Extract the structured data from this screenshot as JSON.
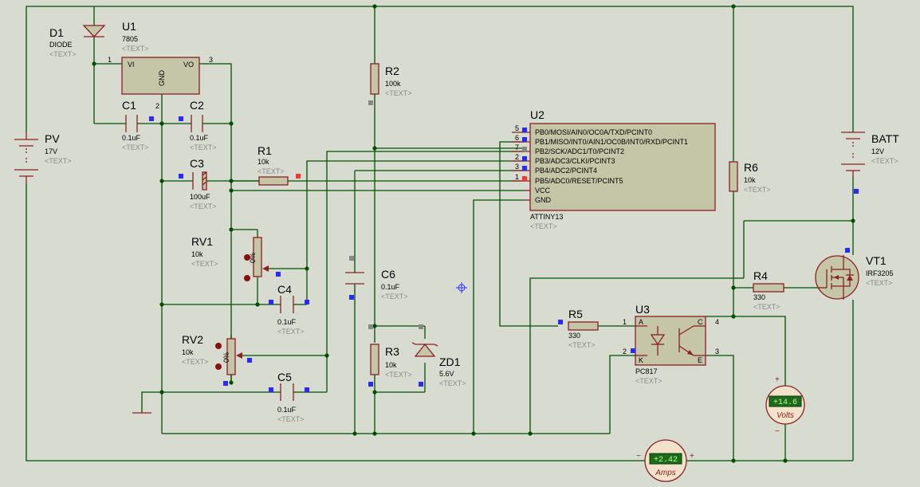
{
  "components": {
    "d1": {
      "ref": "D1",
      "value": "DIODE",
      "text": "<TEXT>"
    },
    "u1": {
      "ref": "U1",
      "value": "7805",
      "text": "<TEXT>",
      "pin_vi": "VI",
      "pin_vo": "VO",
      "pin_gnd": "GND",
      "pin1": "1",
      "pin2": "2",
      "pin3": "3"
    },
    "c1": {
      "ref": "C1",
      "value": "0.1uF",
      "text": "<TEXT>"
    },
    "c2": {
      "ref": "C2",
      "value": "0.1uF",
      "text": "<TEXT>"
    },
    "c3": {
      "ref": "C3",
      "value": "100uF",
      "text": "<TEXT>"
    },
    "r1": {
      "ref": "R1",
      "value": "10k",
      "text": "<TEXT>"
    },
    "r2": {
      "ref": "R2",
      "value": "100k",
      "text": "<TEXT>"
    },
    "r3": {
      "ref": "R3",
      "value": "10k",
      "text": "<TEXT>"
    },
    "r4": {
      "ref": "R4",
      "value": "330",
      "text": "<TEXT>"
    },
    "r5": {
      "ref": "R5",
      "value": "330",
      "text": "<TEXT>"
    },
    "r6": {
      "ref": "R6",
      "value": "10k",
      "text": "<TEXT>"
    },
    "rv1": {
      "ref": "RV1",
      "value": "10k",
      "text": "<TEXT>",
      "pct": "0%"
    },
    "rv2": {
      "ref": "RV2",
      "value": "10k",
      "text": "<TEXT>",
      "pct": "0%"
    },
    "c4": {
      "ref": "C4",
      "value": "0.1uF",
      "text": "<TEXT>"
    },
    "c5": {
      "ref": "C5",
      "value": "0.1uF",
      "text": "<TEXT>"
    },
    "c6": {
      "ref": "C6",
      "value": "0.1uF",
      "text": "<TEXT>"
    },
    "zd1": {
      "ref": "ZD1",
      "value": "5.6V",
      "text": "<TEXT>"
    },
    "pv": {
      "ref": "PV",
      "value": "17V",
      "text": "<TEXT>"
    },
    "batt": {
      "ref": "BATT",
      "value": "12V",
      "text": "<TEXT>"
    },
    "vt1": {
      "ref": "VT1",
      "value": "IRF3205",
      "text": "<TEXT>"
    },
    "u3": {
      "ref": "U3",
      "value": "PC817",
      "text": "<TEXT>",
      "pin_a": "A",
      "pin_k": "K",
      "pin_c": "C",
      "pin_e": "E",
      "pin1": "1",
      "pin2": "2",
      "pin3": "3",
      "pin4": "4"
    },
    "u2": {
      "ref": "U2",
      "value": "ATTINY13",
      "text": "<TEXT>",
      "pins": [
        {
          "num": "5",
          "label": "PB0/MOSI/AIN0/OC0A/TXD/PCINT0"
        },
        {
          "num": "6",
          "label": "PB1/MISO/INT0/AIN1/OC0B/INT0/RXD/PCINT1"
        },
        {
          "num": "7",
          "label": "PB2/SCK/ADC1/T0/PCINT2"
        },
        {
          "num": "2",
          "label": "PB3/ADC3/CLKI/PCINT3"
        },
        {
          "num": "3",
          "label": "PB4/ADC2/PCINT4"
        },
        {
          "num": "1",
          "label": "PB5/ADC0/RESET/PCINT5"
        },
        {
          "num": "",
          "label": "VCC"
        },
        {
          "num": "",
          "label": "GND"
        }
      ]
    }
  },
  "meters": {
    "voltmeter": {
      "reading": "+14.6",
      "unit": "Volts",
      "plus": "+",
      "minus": "−"
    },
    "ammeter": {
      "reading": "+2.42",
      "unit": "Amps",
      "plus": "+",
      "minus": "−"
    }
  }
}
